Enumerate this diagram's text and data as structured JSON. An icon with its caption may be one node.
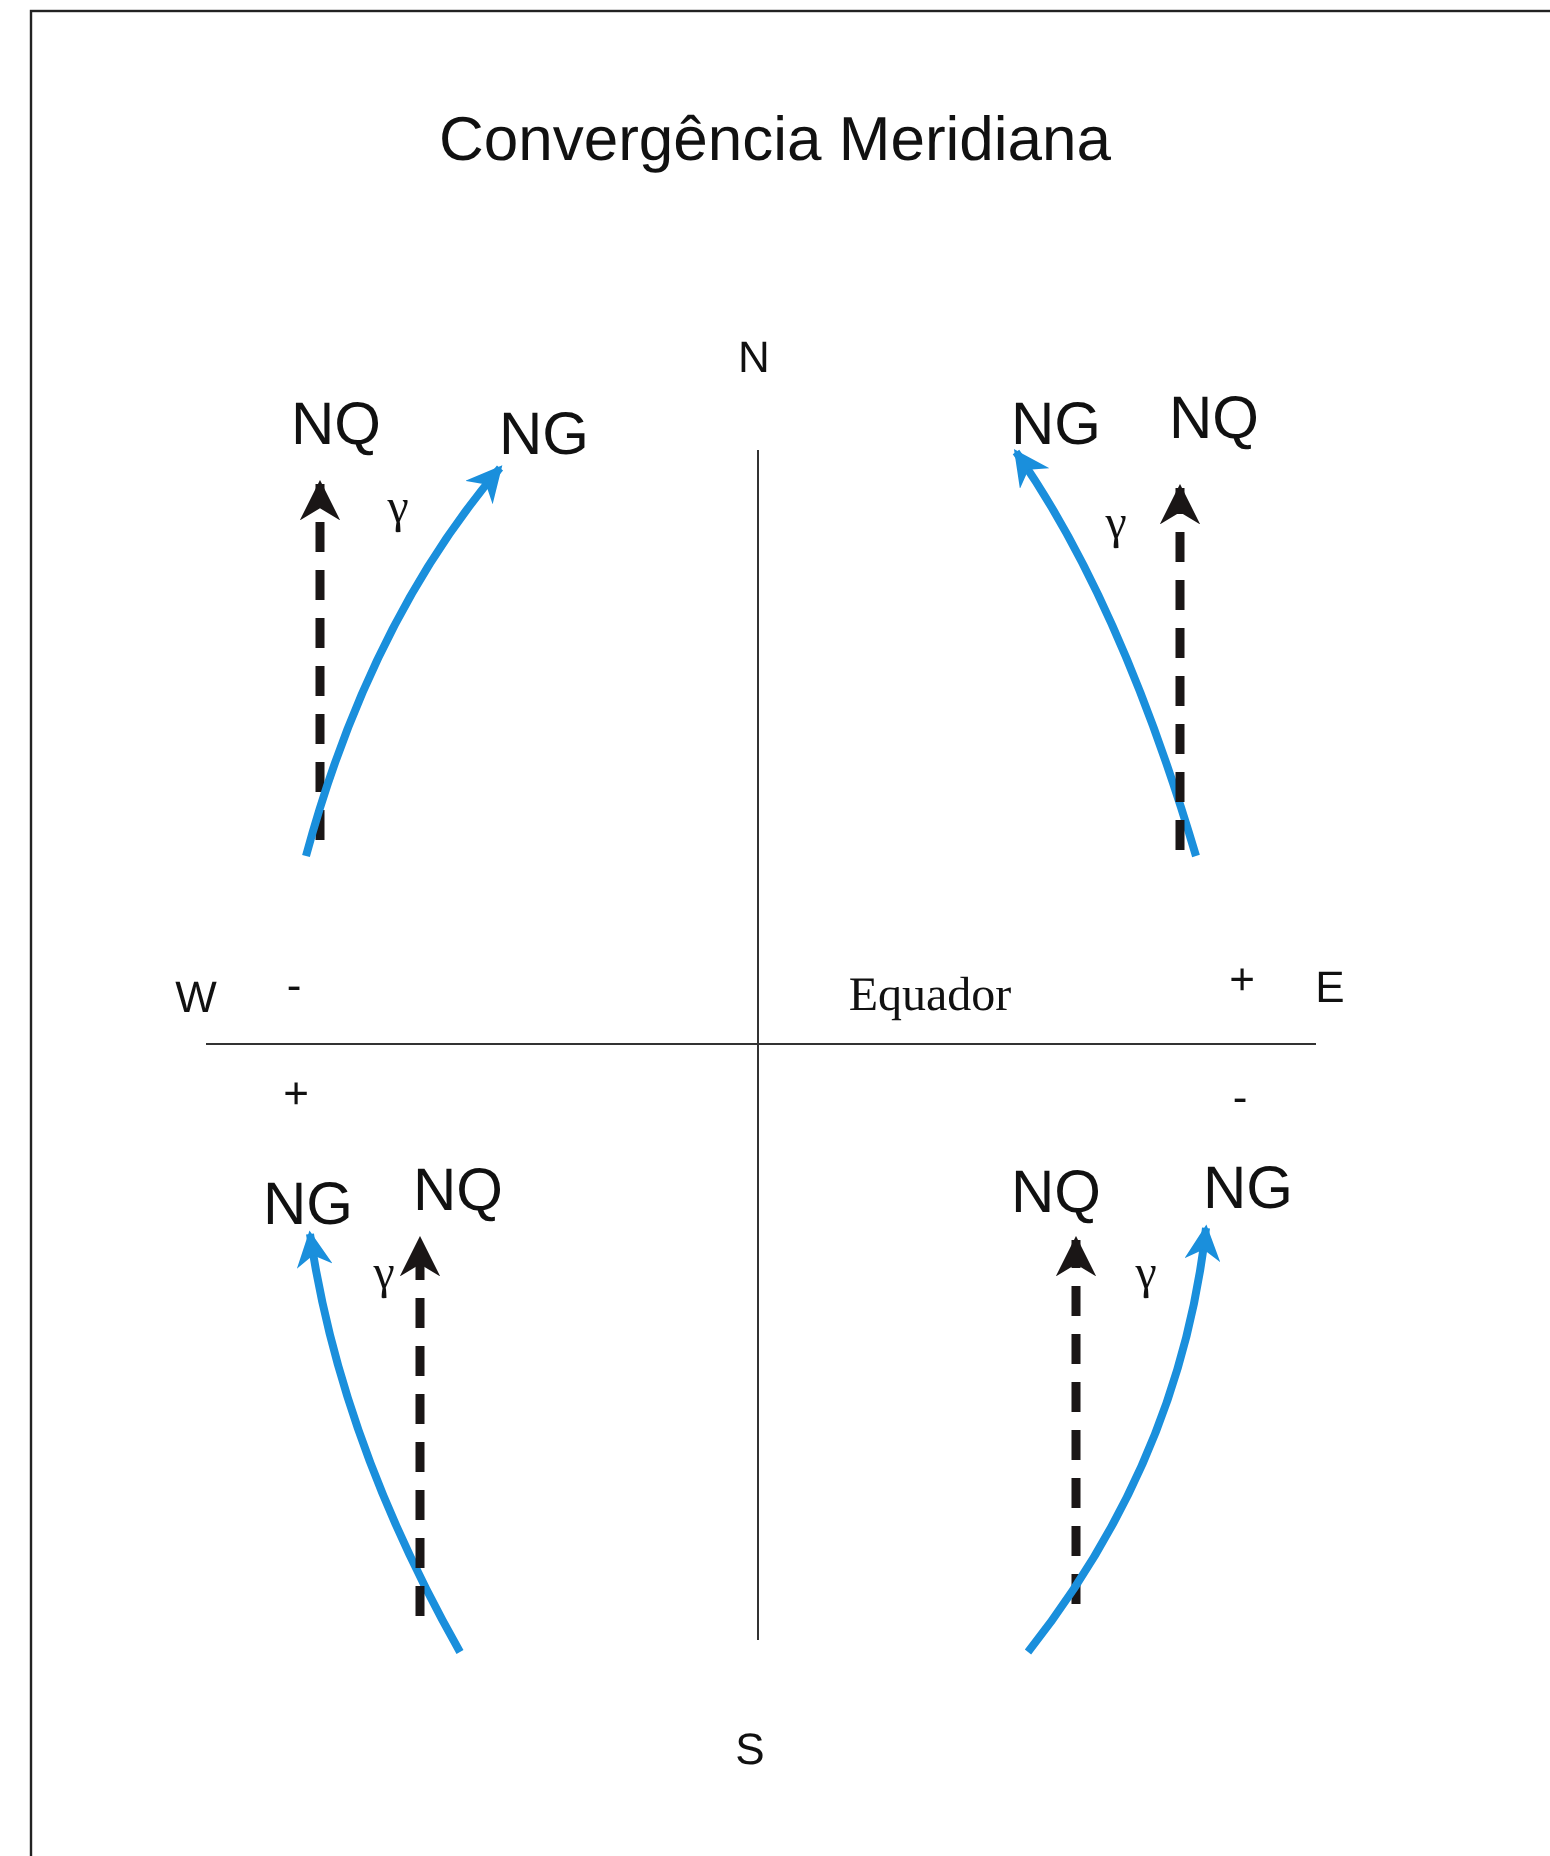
{
  "diagram": {
    "title": "Convergência Meridiana",
    "nodes": [
      {
        "text": [
          "NQ"
        ]
      },
      {
        "text": [
          "NG"
        ]
      },
      {
        "text": [
          "NG"
        ]
      },
      {
        "text": [
          "NQ"
        ]
      },
      {
        "text": [
          "NG"
        ]
      },
      {
        "text": [
          "NQ"
        ]
      },
      {
        "text": [
          "NQ"
        ]
      },
      {
        "text": [
          "NG"
        ]
      }
    ],
    "edges": [
      {
        "from": null,
        "to": 0,
        "arrow": "to",
        "style": "dashed"
      },
      {
        "from": null,
        "to": 1,
        "arrow": "to",
        "color": "#1a8fdc"
      },
      {
        "from": null,
        "to": 2,
        "arrow": "to",
        "color": "#1a8fdc"
      },
      {
        "from": null,
        "to": 3,
        "arrow": "to",
        "style": "dashed"
      },
      {
        "from": null,
        "to": 4,
        "arrow": "to",
        "color": "#1a8fdc"
      },
      {
        "from": null,
        "to": 5,
        "arrow": "to",
        "style": "dashed"
      },
      {
        "from": null,
        "to": 6,
        "arrow": "to",
        "style": "dashed"
      },
      {
        "from": null,
        "to": 7,
        "arrow": "to",
        "color": "#1a8fdc"
      }
    ],
    "labels": [
      "N",
      "γ",
      "γ",
      "W",
      "-",
      "Equador",
      "+",
      "E",
      "+",
      "-",
      "γ",
      "γ",
      "S"
    ]
  }
}
